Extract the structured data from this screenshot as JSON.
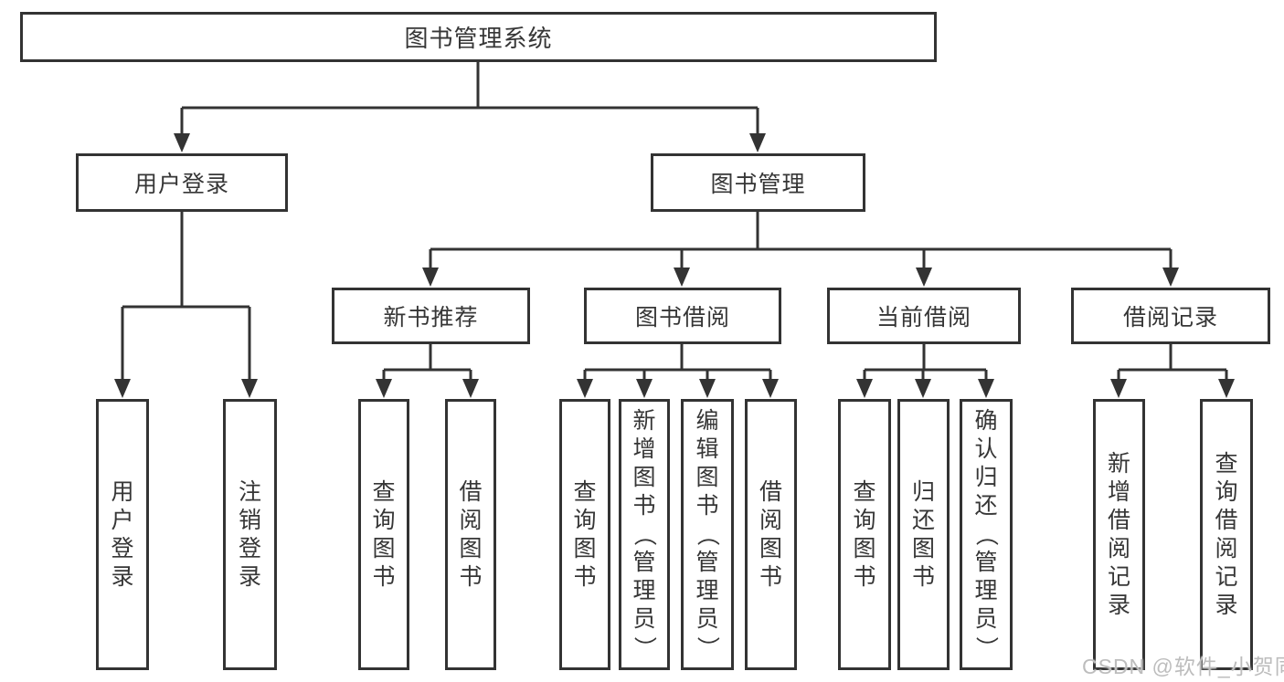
{
  "diagram": {
    "title": "图书管理系统",
    "colors": {
      "line": "#333333",
      "border": "#333333",
      "text": "#363636",
      "background": "#ffffff",
      "watermark": "#bdbdbd"
    },
    "tree": {
      "label": "图书管理系统",
      "children": [
        {
          "label": "用户登录",
          "children": [
            {
              "label": "用户登录"
            },
            {
              "label": "注销登录"
            }
          ]
        },
        {
          "label": "图书管理",
          "children": [
            {
              "label": "新书推荐",
              "children": [
                {
                  "label": "查询图书"
                },
                {
                  "label": "借阅图书"
                }
              ]
            },
            {
              "label": "图书借阅",
              "children": [
                {
                  "label": "查询图书"
                },
                {
                  "label": "新增图书（管理员）"
                },
                {
                  "label": "编辑图书（管理员）"
                },
                {
                  "label": "借阅图书"
                }
              ]
            },
            {
              "label": "当前借阅",
              "children": [
                {
                  "label": "查询图书"
                },
                {
                  "label": "归还图书"
                },
                {
                  "label": "确认归还（管理员）"
                }
              ]
            },
            {
              "label": "借阅记录",
              "children": [
                {
                  "label": "新增借阅记录"
                },
                {
                  "label": "查询借阅记录"
                }
              ]
            }
          ]
        }
      ]
    }
  },
  "watermark": {
    "text": "CSDN @软件_小贺同学"
  }
}
